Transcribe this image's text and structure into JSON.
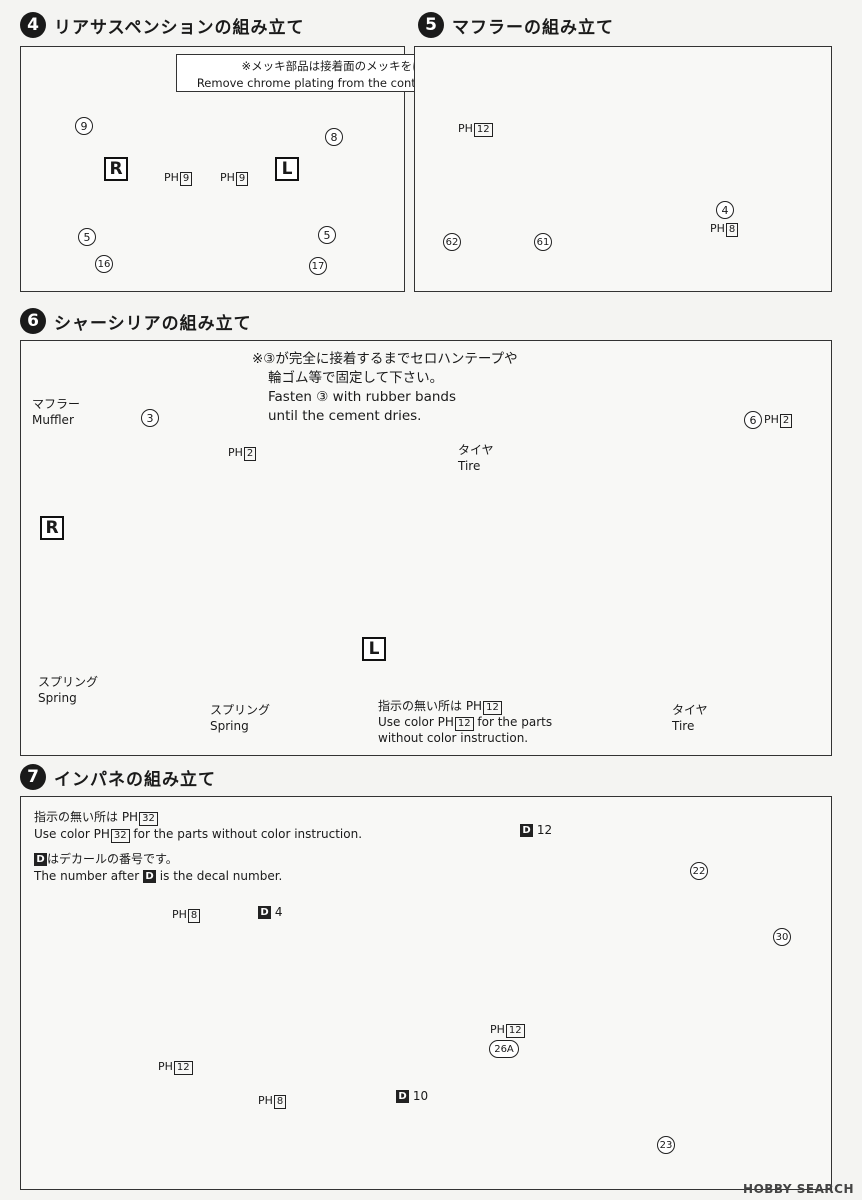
{
  "steps": {
    "s4": {
      "num": "4",
      "title": "リアサスペンションの組み立て"
    },
    "s5": {
      "num": "5",
      "title": "マフラーの組み立て"
    },
    "s6": {
      "num": "6",
      "title": "シャーシリアの組み立て"
    },
    "s7": {
      "num": "7",
      "title": "インパネの組み立て"
    }
  },
  "step4": {
    "note_jp": "※メッキ部品は接着面のメッキをはがしてから接着して下さい。",
    "note_en": "Remove chrome plating from the contact points before applying cement.",
    "label_r": "R",
    "label_l": "L",
    "parts": {
      "p9": "9",
      "p8": "8",
      "p5a": "5",
      "p5b": "5",
      "p16": "16",
      "p17": "17"
    },
    "ph_left": "PH",
    "ph_left_num": "9",
    "ph_right": "PH",
    "ph_right_num": "9"
  },
  "step5": {
    "ph_a": "PH",
    "ph_a_num": "12",
    "ph_b": "PH",
    "ph_b_num": "8",
    "parts": {
      "p62": "62",
      "p61": "61",
      "p4": "4"
    }
  },
  "step6": {
    "note_jp1": "※③が完全に接着するまでセロハンテープや",
    "note_jp2": "輪ゴム等で固定して下さい。",
    "note_en1": "Fasten ③ with rubber bands",
    "note_en2": "until the cement dries.",
    "muffler_jp": "マフラー",
    "muffler_en": "Muffler",
    "spring1_jp": "スプリング",
    "spring1_en": "Spring",
    "spring2_jp": "スプリング",
    "spring2_en": "Spring",
    "tire1_jp": "タイヤ",
    "tire1_en": "Tire",
    "tire2_jp": "タイヤ",
    "tire2_en": "Tire",
    "label_r": "R",
    "label_l": "L",
    "part3": "3",
    "part6": "6",
    "ph_a": "PH",
    "ph_a_num": "2",
    "ph_b": "PH",
    "ph_b_num": "2",
    "color_jp": "指示の無い所は PH",
    "color_jp_num": "12",
    "color_en_1": "Use color PH",
    "color_en_num": "12",
    "color_en_2": " for the parts",
    "color_en_3": "without color instruction."
  },
  "step7": {
    "color_jp": "指示の無い所は PH",
    "color_jp_num": "32",
    "color_en_1": "Use color PH",
    "color_en_num": "32",
    "color_en_2": " for the parts without color instruction.",
    "decal_jp_letter": "D",
    "decal_jp": "はデカールの番号です。",
    "decal_en_1": "The number after ",
    "decal_en_letter": "D",
    "decal_en_2": " is the decal number.",
    "d4_letter": "D",
    "d4": "4",
    "d12_letter": "D",
    "d12": "12",
    "d10_letter": "D",
    "d10": "10",
    "ph_top": "PH",
    "ph_top_num": "8",
    "ph_mid": "PH",
    "ph_mid_num": "12",
    "ph_bot": "PH",
    "ph_bot_num": "8",
    "ph_wheel": "PH",
    "ph_wheel_num": "12",
    "parts": {
      "p22": "22",
      "p30": "30",
      "p26a": "26A",
      "p23": "23"
    }
  },
  "watermark": "HOBBY SEARCH"
}
